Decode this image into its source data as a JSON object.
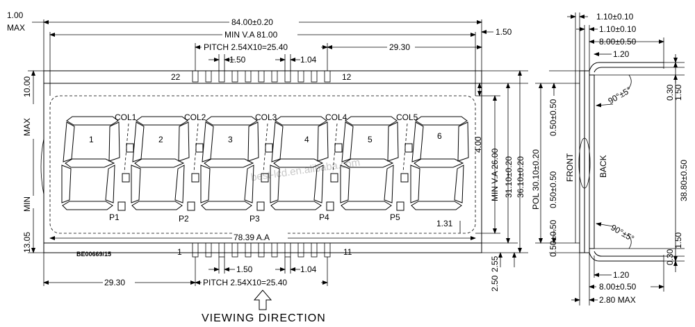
{
  "front": {
    "width_dim": "84.00±0.20",
    "va_dim": "MIN V.A 81.00",
    "pitch_top": "PITCH  2.54X10=25.40",
    "pin_pitch": "1.50",
    "pin_width": "1.04",
    "right_offset_top": "29.30",
    "margin_left_top": "1.00",
    "max_label": "MAX",
    "right_margin": "1.50",
    "left_height_max": "10.00",
    "max_word": "MAX",
    "min_word": "MIN",
    "left_height_min": "13.05",
    "pin22": "22",
    "pin12": "12",
    "pin1": "1",
    "pin11": "11",
    "col_labels": [
      "COL1",
      "COL2",
      "COL3",
      "COL4",
      "COL5"
    ],
    "digit_labels": [
      "1",
      "2",
      "3",
      "4",
      "5",
      "6"
    ],
    "dp_labels": [
      "P1",
      "P2",
      "P3",
      "P4",
      "P5"
    ],
    "aa_dim": "78.39 A.A",
    "part_no": "BE00669/15",
    "offset_131": "1.31",
    "dim_400": "4.00",
    "dim_va26": "MIN V.A 26.00",
    "dim_3110": "31.10±0.20",
    "dim_3610": "36.10±0.20",
    "dim_255": "2.55",
    "dim_250": "2.50",
    "left_offset_bottom": "29.30",
    "pitch_bottom": "PITCH  2.54X10=25.40",
    "pin_pitch_b": "1.50",
    "pin_width_b": "1.04",
    "viewing": "VIEWING DIRECTION",
    "watermark": "best-lcd.en.alibaba.com"
  },
  "side": {
    "dim_110_a": "1.10±0.10",
    "dim_110_b": "1.10±0.10",
    "dim_800_top": "8.00±0.50",
    "dim_120_top": "1.20",
    "dim_030_top": "0.30",
    "dim_150_top": "1.50",
    "angle_top": "90°±5°",
    "pol": "POL 30.10±0.20",
    "dim_050_a": "0.50±0.50",
    "dim_050_b": "0.50±0.50",
    "dim_050_c": "0.50±0.50",
    "front_label": "FRONT",
    "back_label": "BACK",
    "dim_3880": "38.80±0.50",
    "angle_bottom": "90°±5°",
    "dim_150_bot": "1.50",
    "dim_030_bot": "0.30",
    "dim_120_bot": "1.20",
    "dim_800_bot": "8.00±0.50",
    "dim_280": "2.80  MAX"
  }
}
